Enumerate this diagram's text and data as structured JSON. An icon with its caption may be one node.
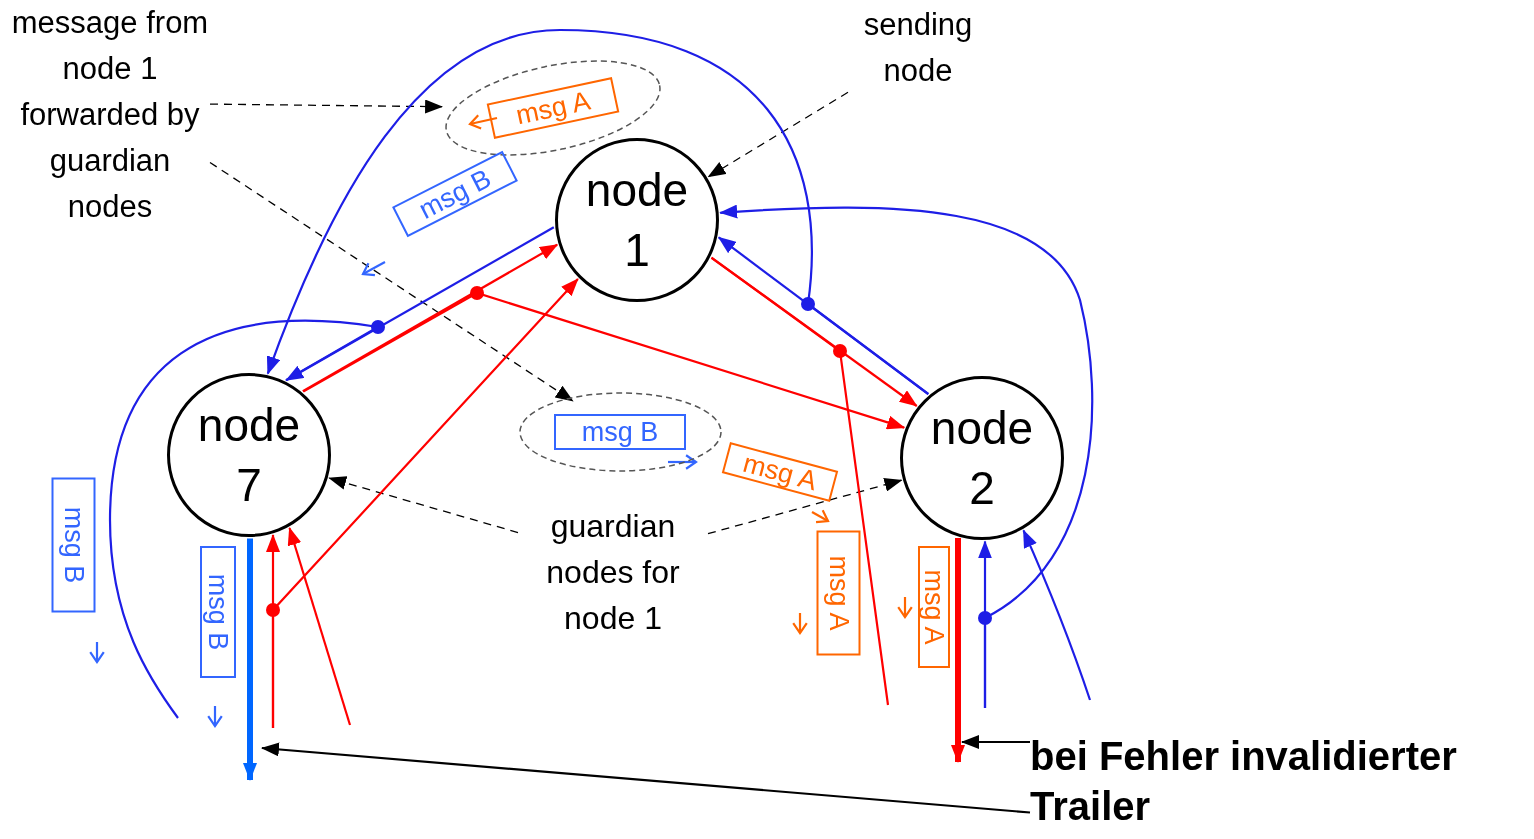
{
  "diagram": {
    "nodes": [
      {
        "text": [
          "message from node 1 forwarded by guardian nodes"
        ]
      },
      {
        "text": [
          "sending node"
        ]
      },
      {
        "text": [
          "msg A"
        ]
      },
      {
        "text": [
          "node 1"
        ]
      },
      {
        "text": [
          "msg B"
        ]
      },
      {
        "text": [
          "node 7"
        ]
      },
      {
        "text": [
          "msg A"
        ]
      },
      {
        "text": [
          "msg B"
        ]
      },
      {
        "text": [
          "node 2"
        ]
      },
      {
        "text": [
          "guardian nodes for node 1"
        ]
      },
      {
        "text": [
          "msg B"
        ]
      },
      {
        "text": [
          "msg B"
        ]
      },
      {
        "text": [
          "msg A"
        ]
      },
      {
        "text": [
          "msg A"
        ]
      },
      {
        "text": [
          "bei Fehler invalidierter Trailer"
        ]
      }
    ],
    "edges": [
      {
        "from": 0,
        "to": 2,
        "arrow": "to",
        "style": "dashed",
        "color": "#000000"
      },
      {
        "from": 0,
        "to": 7,
        "arrow": "to",
        "style": "dashed",
        "color": "#000000"
      },
      {
        "from": 1,
        "to": 3,
        "arrow": "to",
        "style": "dashed",
        "color": "#000000"
      },
      {
        "from": 9,
        "to": 5,
        "arrow": "to",
        "style": "dashed",
        "color": "#000000"
      },
      {
        "from": 9,
        "to": 8,
        "arrow": "to",
        "style": "dashed",
        "color": "#000000"
      },
      {
        "from": 5,
        "to": 3,
        "arrow": "to",
        "color": "#ff0000"
      },
      {
        "from": 3,
        "to": 8,
        "arrow": "to",
        "color": "#ff0000"
      },
      {
        "from": 5,
        "to": 8,
        "arrow": "to",
        "color": "#ff0000"
      },
      {
        "from": null,
        "to": 3,
        "arrow": "to",
        "color": "#ff0000"
      },
      {
        "from": null,
        "to": 5,
        "arrow": "to",
        "color": "#ff0000"
      },
      {
        "from": null,
        "to": 5,
        "arrow": "to",
        "color": "#ff0000"
      },
      {
        "from": 3,
        "to": null,
        "arrow": "none",
        "color": "#ff0000"
      },
      {
        "from": 8,
        "to": null,
        "arrow": "to",
        "style": "thick",
        "color": "#ff0000"
      },
      {
        "from": 3,
        "to": 5,
        "arrow": "to",
        "color": "#1e1ee6"
      },
      {
        "from": 5,
        "to": null,
        "arrow": "none",
        "color": "#1e1ee6"
      },
      {
        "from": 8,
        "to": 3,
        "arrow": "to",
        "color": "#1e1ee6"
      },
      {
        "from": 8,
        "to": 5,
        "arrow": "to",
        "color": "#1e1ee6"
      },
      {
        "from": null,
        "to": 8,
        "arrow": "to",
        "color": "#1e1ee6"
      },
      {
        "from": null,
        "to": 8,
        "arrow": "to",
        "color": "#1e1ee6"
      },
      {
        "from": null,
        "to": 3,
        "arrow": "to",
        "color": "#1e1ee6"
      },
      {
        "from": 5,
        "to": null,
        "arrow": "to",
        "style": "thick",
        "color": "#0066ff"
      },
      {
        "from": 14,
        "to": null,
        "arrow": "to",
        "color": "#000000"
      },
      {
        "from": 14,
        "to": null,
        "arrow": "to",
        "color": "#000000"
      }
    ]
  }
}
